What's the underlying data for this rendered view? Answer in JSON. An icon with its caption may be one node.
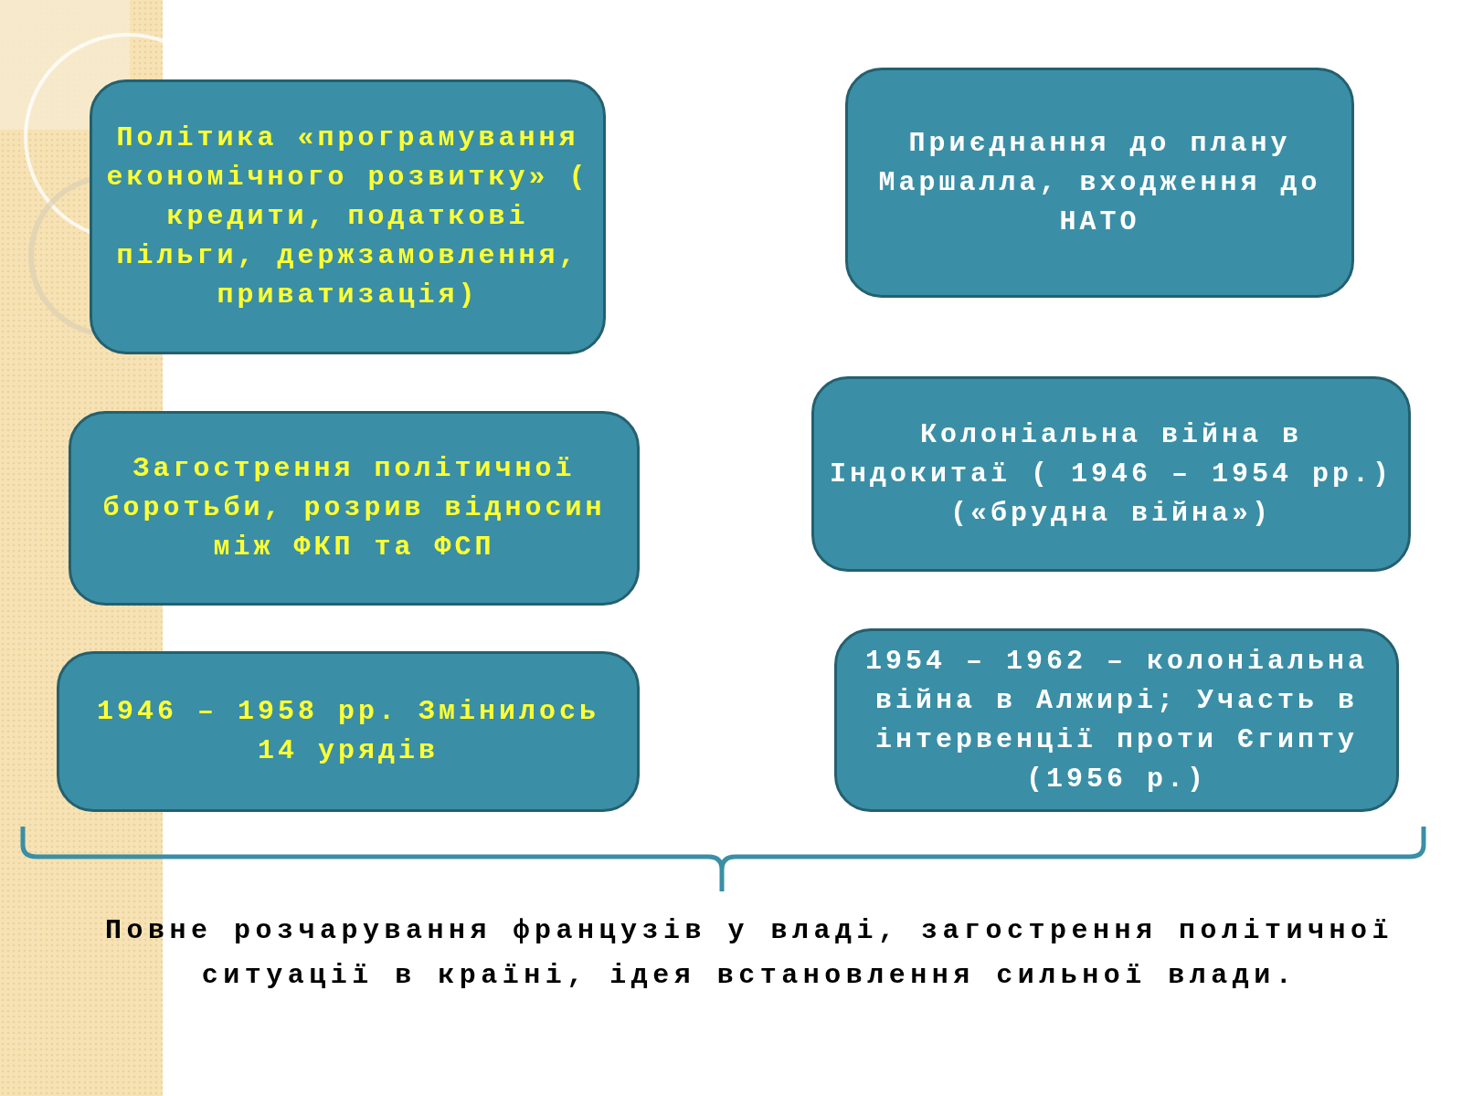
{
  "diagram": {
    "nodes": [
      {
        "text": [
          "Політика «програмування економічного розвитку» ( кредити, податкові пільги, держзамовлення, приватизація)"
        ]
      },
      {
        "text": [
          "Приєднання до плану Маршалла, входження до НАТО"
        ]
      },
      {
        "text": [
          "Загострення політичної боротьби, розрив відносин між ФКП та ФСП"
        ]
      },
      {
        "text": [
          "Колоніальна війна в Індокитаї ( 1946 – 1954 рр.) («брудна війна»)"
        ]
      },
      {
        "text": [
          "1946 – 1958 рр. Змінилось 14 урядів"
        ]
      },
      {
        "text": [
          "1954 – 1962 – колоніальна війна в Алжирі; Участь в інтервенції проти Єгипту (1956 р.)"
        ]
      }
    ],
    "labels": [
      "Повне розчарування французів у владі, загострення політичної ситуації в країні, ідея встановлення сильної влади."
    ]
  }
}
